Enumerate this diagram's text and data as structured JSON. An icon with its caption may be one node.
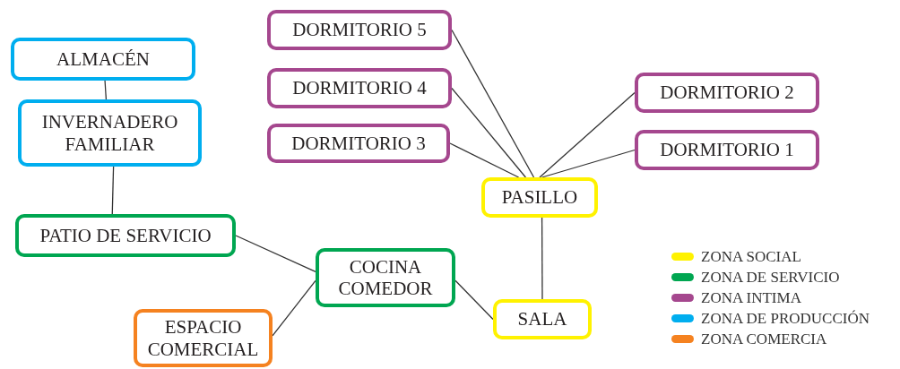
{
  "diagram": {
    "nodes": [
      {
        "text": [
          "ALMACÉN"
        ]
      },
      {
        "text": [
          "INVERNADERO FAMILIAR"
        ]
      },
      {
        "text": [
          "PATIO DE SERVICIO"
        ]
      },
      {
        "text": [
          "COCINA COMEDOR"
        ]
      },
      {
        "text": [
          "ESPACIO COMERCIAL"
        ]
      },
      {
        "text": [
          "DORMITORIO 5"
        ]
      },
      {
        "text": [
          "DORMITORIO 4"
        ]
      },
      {
        "text": [
          "DORMITORIO 3"
        ]
      },
      {
        "text": [
          "DORMITORIO 2"
        ]
      },
      {
        "text": [
          "DORMITORIO 1"
        ]
      },
      {
        "text": [
          "PASILLO"
        ]
      },
      {
        "text": [
          "SALA"
        ]
      }
    ],
    "edges": [
      {
        "from": 0,
        "to": 1,
        "arrow": "none"
      },
      {
        "from": 1,
        "to": 2,
        "arrow": "none"
      },
      {
        "from": 2,
        "to": 3,
        "arrow": "none"
      },
      {
        "from": 4,
        "to": 3,
        "arrow": "none"
      },
      {
        "from": 3,
        "to": 11,
        "arrow": "none"
      },
      {
        "from": 10,
        "to": 11,
        "arrow": "none"
      },
      {
        "from": 5,
        "to": 10,
        "arrow": "none"
      },
      {
        "from": 6,
        "to": 10,
        "arrow": "none"
      },
      {
        "from": 7,
        "to": 10,
        "arrow": "none"
      },
      {
        "from": 8,
        "to": 10,
        "arrow": "none"
      },
      {
        "from": 9,
        "to": 10,
        "arrow": "none"
      }
    ],
    "legend": [
      {
        "text": "ZONA SOCIAL",
        "color": "#fff200"
      },
      {
        "text": "ZONA DE SERVICIO",
        "color": "#00a651"
      },
      {
        "text": "ZONA INTIMA",
        "color": "#a5478e"
      },
      {
        "text": "ZONA DE PRODUCCIÓN",
        "color": "#00aeef"
      },
      {
        "text": "ZONA COMERCIA",
        "color": "#f58220"
      }
    ]
  }
}
